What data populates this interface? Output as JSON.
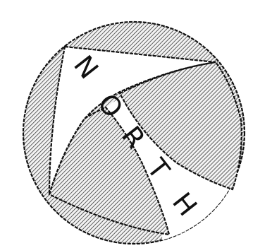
{
  "diagram": {
    "label_letters": [
      "N",
      "O",
      "R",
      "T",
      "H"
    ],
    "colors": {
      "ink": "#111111",
      "hatch": "#3a3a3a",
      "hatch_bg": "#f3f3f3",
      "paper": "#ffffff"
    },
    "fill_style": "diagonal-hatch",
    "outline_style": "dashed"
  }
}
